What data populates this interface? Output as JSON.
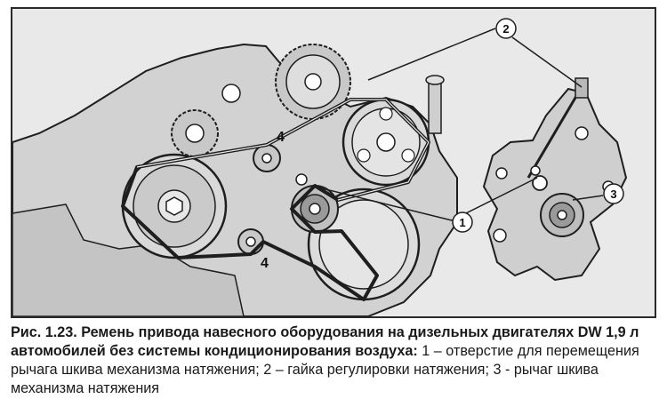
{
  "callouts": {
    "one": "1",
    "two": "2",
    "three": "3",
    "four_upper": "4",
    "four_lower": "4"
  },
  "caption": {
    "title": "Рис. 1.23. Ремень привода навесного оборудования на дизельных двигателях DW 1,9 л автомобилей без системы кондиционирования воздуха:",
    "body": " 1 – отверстие для перемещения рычага шкива механизма натяжения; 2 – гайка регулировки натяжения; 3 - рычаг шкива механизма натяжения"
  },
  "colors": {
    "line": "#1e1e1e",
    "fill_light": "#d6d6d6",
    "fill_mid": "#b9b9b9",
    "fill_dark": "#8d8d8d",
    "background": "#e9e9e9"
  }
}
